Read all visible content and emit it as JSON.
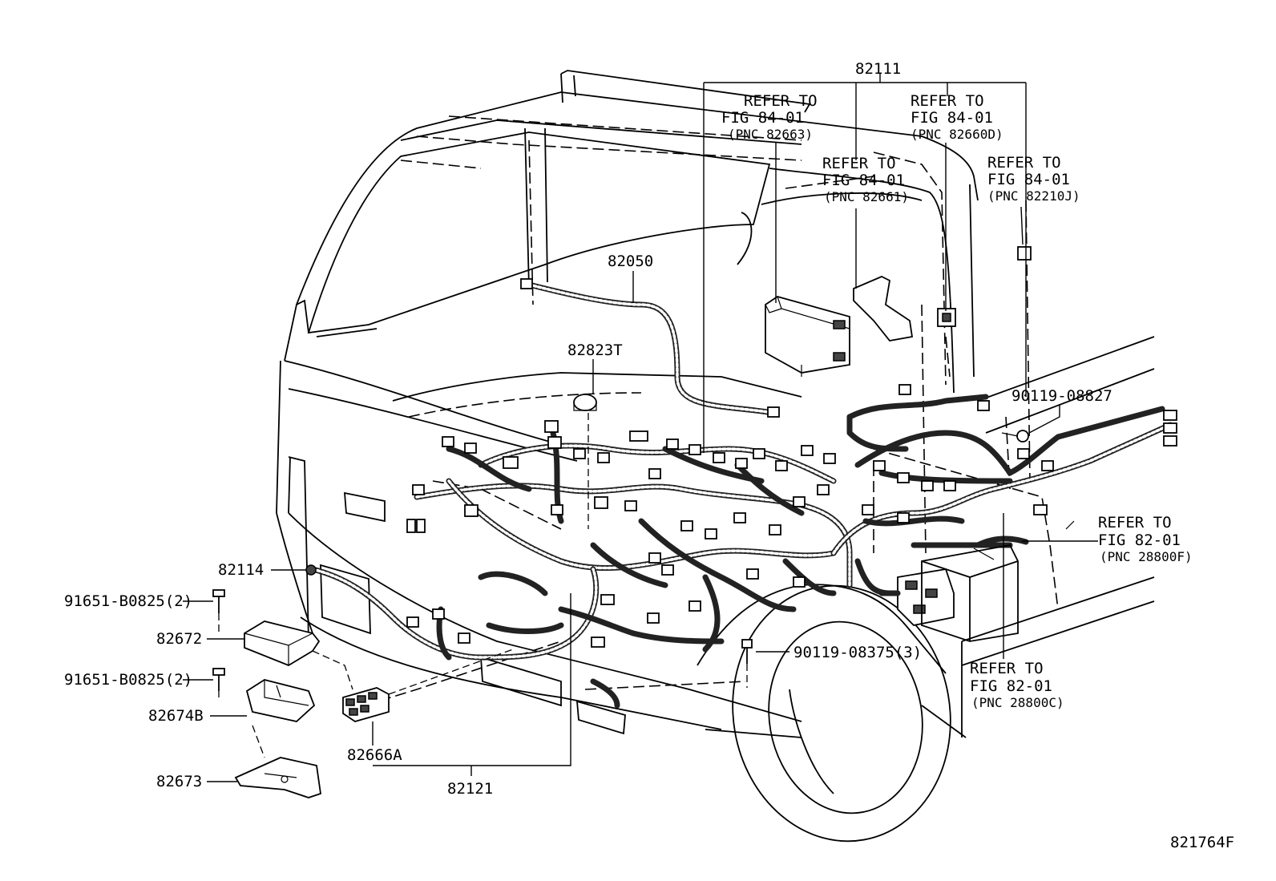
{
  "labels": {
    "p82111": "82111",
    "p82050": "82050",
    "p82823T": "82823T",
    "p82114": "82114",
    "p82672": "82672",
    "p82674B": "82674B",
    "p82673": "82673",
    "p82666A": "82666A",
    "p82121": "82121",
    "bolt_top": "91651-B0825(2)",
    "bolt_mid": "91651-B0825(2)",
    "clip_right": "90119-08827",
    "screw_bottom": "90119-08375(3)",
    "diagram_code": "821764F"
  },
  "refs": {
    "ref_82663": {
      "line1": "REFER TO",
      "line2": "FIG 84-01",
      "line3": "(PNC 82663)"
    },
    "ref_82660D": {
      "line1": "REFER TO",
      "line2": "FIG 84-01",
      "line3": "(PNC 82660D)"
    },
    "ref_82661": {
      "line1": "REFER TO",
      "line2": "FIG 84-01",
      "line3": "(PNC 82661)"
    },
    "ref_82210J": {
      "line1": "REFER TO",
      "line2": "FIG 84-01",
      "line3": "(PNC 82210J)"
    },
    "ref_28800F": {
      "line1": "REFER TO",
      "line2": "FIG 82-01",
      "line3": "(PNC 28800F)"
    },
    "ref_28800C": {
      "line1": "REFER TO",
      "line2": "FIG 82-01",
      "line3": "(PNC 28800C)"
    }
  }
}
